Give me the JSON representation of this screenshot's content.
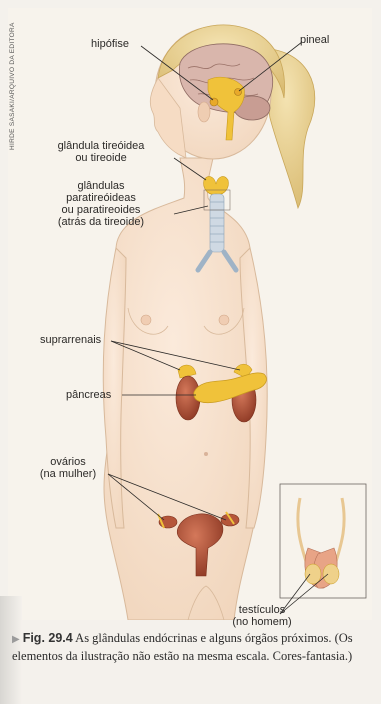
{
  "credit": "HIRDE SASAKI/ARQUIVO DA EDITORA",
  "labels": {
    "hipofise": "hipófise",
    "pineal": "pineal",
    "tireoide": "glândula tireóidea\nou tireoide",
    "paratireoides": "glândulas\nparatireóideas\nou paratireoides\n(atrás da tireoide)",
    "suprarrenais": "suprarrenais",
    "pancreas": "pâncreas",
    "ovarios": "ovários\n(na mulher)",
    "testiculos": "testículos\n(no homem)"
  },
  "caption": {
    "fig_number": "Fig. 29.4",
    "text": " As glândulas endócrinas e alguns órgãos próximos. (Os elementos da ilustração não estão na mesma escala. Cores-fantasia.)"
  },
  "colors": {
    "skin": "#f6e2cc",
    "hair": "#ecd59a",
    "gland_yellow": "#f0c23a",
    "organ_brown": "#b5563a"
  }
}
